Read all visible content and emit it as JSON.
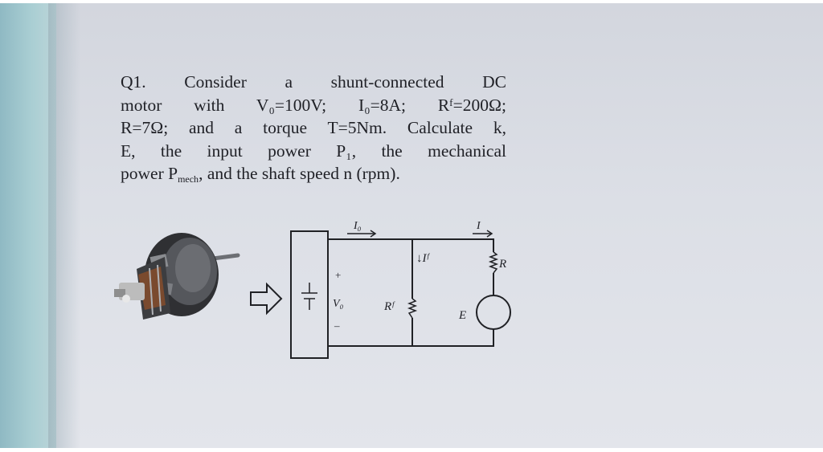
{
  "question": {
    "line1": "Q1. Consider a shunt-connected DC",
    "line2": "motor with V₀=100V; I₀=8A; Rᶠ=200Ω;",
    "line3": "R=7Ω; and a torque T=5Nm. Calculate k,",
    "line4": "E, the input power P₁, the mechanical",
    "line5_a": "power P",
    "line5_sub": "mech",
    "line5_b": ", and the shaft speed n (rpm)."
  },
  "circuit": {
    "i0_label": "I₀",
    "i_label": "I",
    "if_label": "↓Iᶠ",
    "r_label": "R",
    "plus_label": "+",
    "v0_label": "V₀",
    "minus_label": "–",
    "rf_label": "Rᶠ",
    "e_label": "E"
  },
  "icons": [
    "motor-illustration-icon",
    "arrow-right-icon",
    "dc-source-icon"
  ],
  "colors": {
    "paper": "#dcdfe6",
    "ink": "#1f2026",
    "left_edge": "#a9ced3"
  }
}
